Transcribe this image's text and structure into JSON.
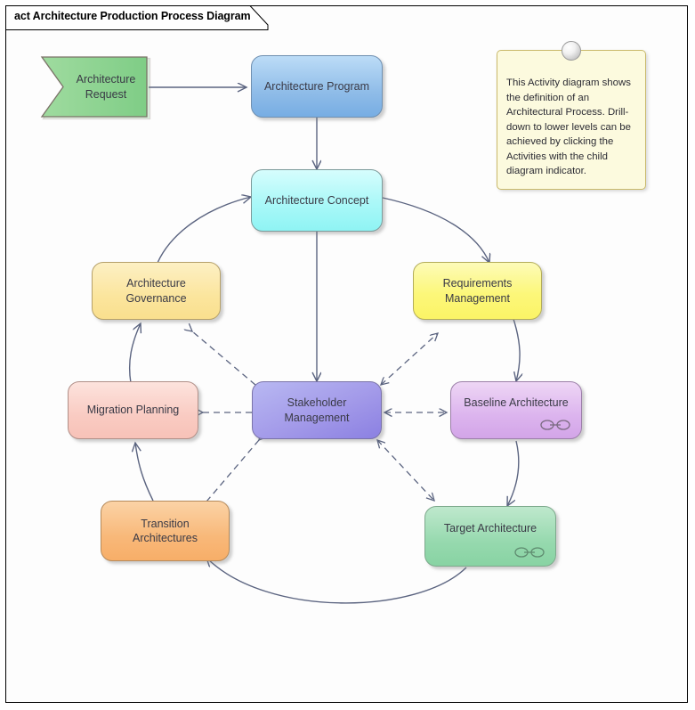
{
  "frame": {
    "title": "act Architecture Production Process Diagram"
  },
  "note": {
    "text": "This Activity diagram shows the definition of an Architectural Process. Drill-down to lower levels can be achieved by clicking the Activities with the child diagram indicator.",
    "pin_icon": "note-anchor-icon"
  },
  "start_event": {
    "label": "Architecture Request",
    "shape": "signal-receipt"
  },
  "nodes": [
    {
      "id": "program",
      "label": "Architecture Program",
      "color": "#8fbce8",
      "child_indicator": false
    },
    {
      "id": "concept",
      "label": "Architecture Concept",
      "color": "#aaf8f8",
      "child_indicator": false
    },
    {
      "id": "governance",
      "label": "Architecture Governance",
      "color": "#fbe59d",
      "child_indicator": false
    },
    {
      "id": "requirements",
      "label": "Requirements Management",
      "color": "#fcf77a",
      "child_indicator": false
    },
    {
      "id": "migration",
      "label": "Migration Planning",
      "color": "#f9cbc2",
      "child_indicator": false
    },
    {
      "id": "stakeholder",
      "label": "Stakeholder Management",
      "color": "#a39ae9",
      "child_indicator": false
    },
    {
      "id": "baseline",
      "label": "Baseline Architecture",
      "color": "#dcb4ee",
      "child_indicator": true
    },
    {
      "id": "transition",
      "label": "Transition Architectures",
      "color": "#f8b879",
      "child_indicator": false
    },
    {
      "id": "target",
      "label": "Target Architecture",
      "color": "#96d9ae",
      "child_indicator": true
    }
  ],
  "edges": [
    {
      "from": "start_event",
      "to": "program",
      "style": "solid",
      "direction": "one-way"
    },
    {
      "from": "program",
      "to": "concept",
      "style": "solid",
      "direction": "one-way"
    },
    {
      "from": "concept",
      "to": "stakeholder",
      "style": "solid",
      "direction": "one-way"
    },
    {
      "from": "concept",
      "to": "requirements",
      "style": "solid",
      "direction": "one-way"
    },
    {
      "from": "requirements",
      "to": "baseline",
      "style": "solid",
      "direction": "one-way"
    },
    {
      "from": "baseline",
      "to": "target",
      "style": "solid",
      "direction": "one-way"
    },
    {
      "from": "target",
      "to": "transition",
      "style": "solid",
      "direction": "one-way"
    },
    {
      "from": "transition",
      "to": "migration",
      "style": "solid",
      "direction": "one-way"
    },
    {
      "from": "migration",
      "to": "governance",
      "style": "solid",
      "direction": "one-way"
    },
    {
      "from": "governance",
      "to": "concept",
      "style": "solid",
      "direction": "one-way"
    },
    {
      "from": "stakeholder",
      "to": "governance",
      "style": "dashed",
      "direction": "bidirectional"
    },
    {
      "from": "stakeholder",
      "to": "requirements",
      "style": "dashed",
      "direction": "bidirectional"
    },
    {
      "from": "stakeholder",
      "to": "migration",
      "style": "dashed",
      "direction": "bidirectional"
    },
    {
      "from": "stakeholder",
      "to": "baseline",
      "style": "dashed",
      "direction": "bidirectional"
    },
    {
      "from": "stakeholder",
      "to": "transition",
      "style": "dashed",
      "direction": "bidirectional"
    },
    {
      "from": "stakeholder",
      "to": "target",
      "style": "dashed",
      "direction": "bidirectional"
    }
  ],
  "colors": {
    "line": "#5b6480",
    "frame_border": "#000000",
    "note_fill": "#fcfade",
    "note_border": "#c9b96a",
    "canvas": "#fdfdfd"
  }
}
